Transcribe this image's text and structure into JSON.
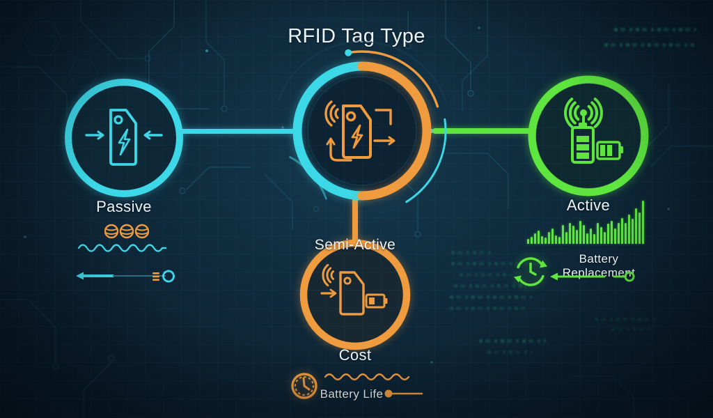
{
  "title": "RFID Tag Type",
  "labels": {
    "passive": "Passive",
    "active": "Active",
    "semi_active": "Semi-Active",
    "cost": "Cost",
    "battery_replacement": "Battery Replacement",
    "battery_life": "Battery Life"
  },
  "colors": {
    "cyan": "#3cd8e8",
    "orange": "#f09b3e",
    "green": "#5ee63e",
    "text": "#eef4f6",
    "bg": "#0c1f2e"
  },
  "icons": {
    "central": "rfid-tag-broadcast-icon",
    "passive": "rfid-tag-receive-icon",
    "active": "antenna-batteries-icon",
    "semi_active": "rfid-tag-signal-battery-icon",
    "passive_cost": "coins-icon",
    "passive_wave": "wave-line-icon",
    "passive_range": "left-arrow-line-icon",
    "passive_gear": "gear-icon",
    "active_replacement": "cycle-clock-icon",
    "active_range": "left-arrow-line-icon",
    "active_probe": "line-circle-icon",
    "semi_time": "clock-icon",
    "semi_wave": "wave-line-icon",
    "battery_life_level": "dot-line-icon"
  },
  "chart_data": {
    "type": "bar",
    "title": "",
    "xlabel": "",
    "ylabel": "",
    "categories": [],
    "values": [
      12,
      16,
      24,
      30,
      18,
      14,
      28,
      36,
      20,
      16,
      44,
      28,
      48,
      42,
      32,
      54,
      44,
      24,
      36,
      22,
      48,
      38,
      28,
      46,
      54,
      36,
      48,
      60,
      48,
      68,
      58,
      82,
      72,
      100
    ],
    "ylim": [
      0,
      100
    ],
    "color": "#5ee63e",
    "legend": false,
    "grid": false
  }
}
